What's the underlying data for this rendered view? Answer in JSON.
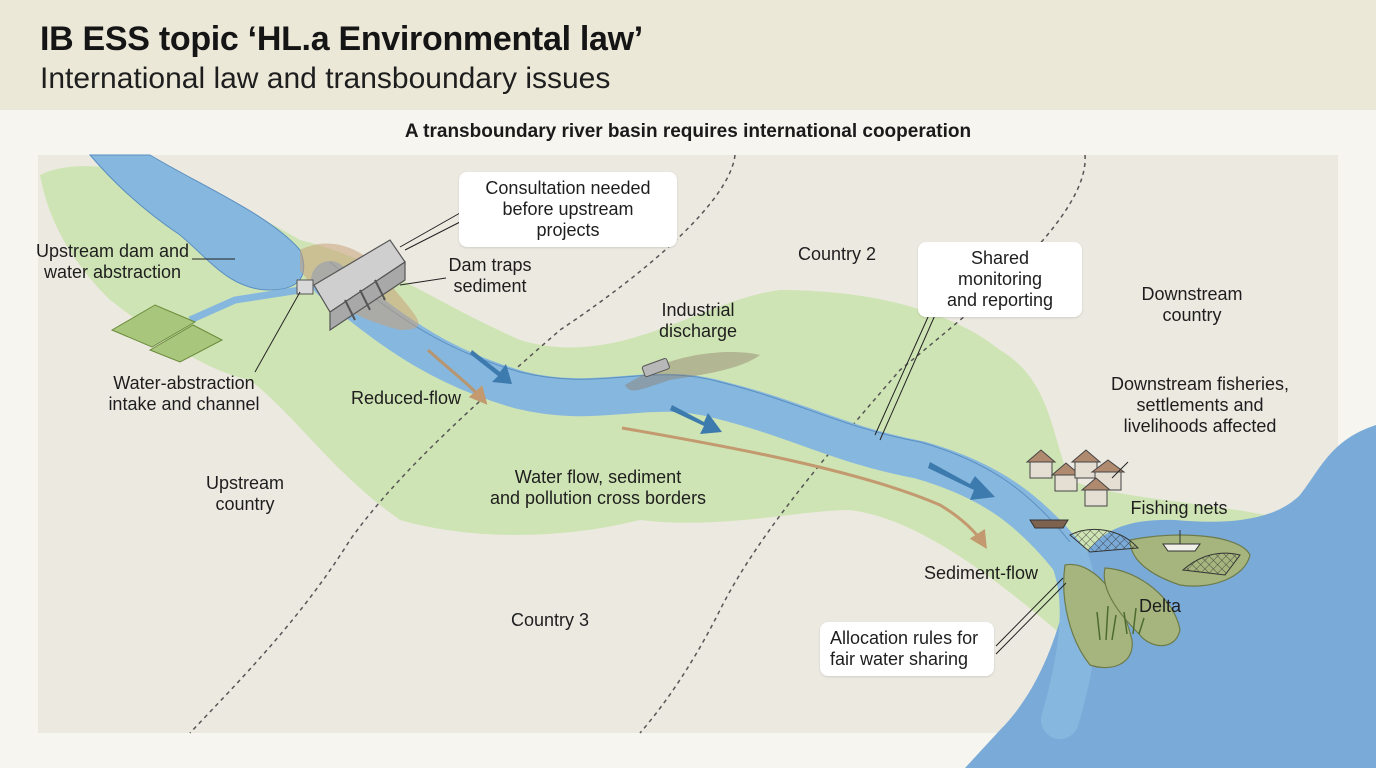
{
  "header": {
    "title": "IB ESS topic ‘HL.a Environmental law’",
    "subtitle": "International law and transboundary issues"
  },
  "diagram": {
    "heading": "A transboundary river basin requires international cooperation",
    "regions": {
      "upstream_country": "Upstream\ncountry",
      "country_2": "Country 2",
      "country_3": "Country 3",
      "downstream_country": "Downstream\ncountry",
      "delta": "Delta"
    },
    "labels": {
      "upstream_dam": "Upstream dam and\nwater abstraction",
      "abstraction_intake": "Water-abstraction\nintake and channel",
      "dam_traps_sediment": "Dam traps\nsediment",
      "industrial_discharge": "Industrial\ndischarge",
      "reduced_flow": "Reduced-flow",
      "cross_borders": "Water flow, sediment\nand pollution cross borders",
      "downstream_affected": "Downstream fisheries,\nsettlements and\nlivelihoods affected",
      "fishing_nets": "Fishing nets",
      "sediment_flow": "Sediment-flow"
    },
    "callouts": {
      "consultation": "Consultation needed\nbefore upstream projects",
      "monitoring": "Shared monitoring\nand reporting",
      "allocation": "Allocation rules for\nfair water sharing"
    }
  },
  "colors": {
    "header_bg": "#ebe8d8",
    "land": "#ece9e1",
    "basin_green": "#cfe4b4",
    "river": "#86b7de",
    "sea": "#7aabd8",
    "sediment": "#c9a27a",
    "arrow": "#3d7aad",
    "delta": "#a5b57d"
  },
  "icons": [
    "dam-icon",
    "pipe-icon",
    "field-icon",
    "house-icon",
    "boat-icon",
    "net-icon",
    "reed-icon",
    "flow-arrow-icon"
  ]
}
